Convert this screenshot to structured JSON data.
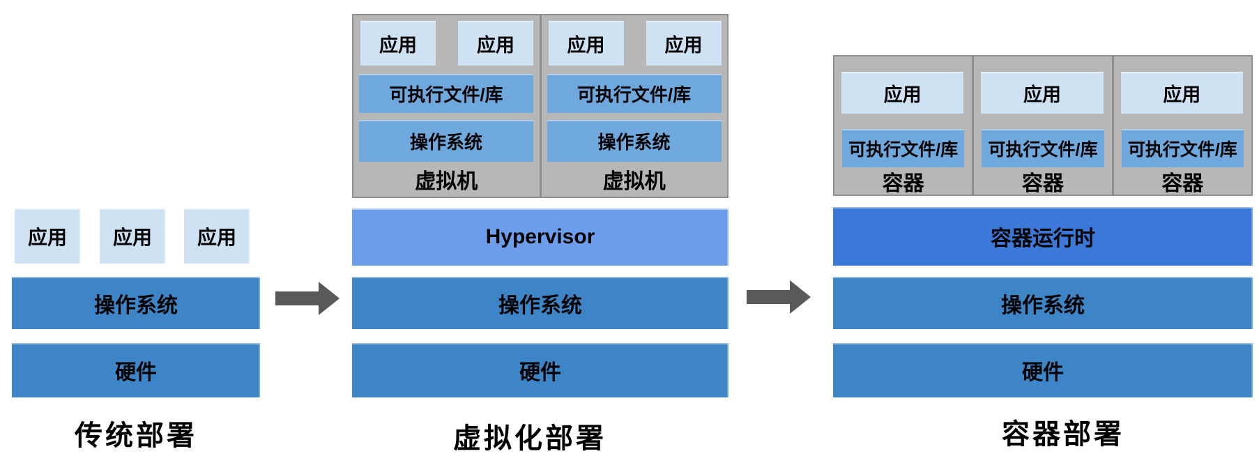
{
  "diagram": {
    "title_implied": "",
    "columns": [
      {
        "id": "traditional",
        "label": "传统部署",
        "apps": [
          "应用",
          "应用",
          "应用"
        ],
        "os_label": "操作系统",
        "hw_label": "硬件"
      },
      {
        "id": "virtualized",
        "label": "虚拟化部署",
        "hypervisor_label": "Hypervisor",
        "os_label": "操作系统",
        "hw_label": "硬件",
        "vms": [
          {
            "name": "虚拟机",
            "apps": [
              "应用",
              "应用"
            ],
            "bin_label": "可执行文件/库",
            "os_label": "操作系统"
          },
          {
            "name": "虚拟机",
            "apps": [
              "应用",
              "应用"
            ],
            "bin_label": "可执行文件/库",
            "os_label": "操作系统"
          }
        ]
      },
      {
        "id": "container",
        "label": "容器部署",
        "runtime_label": "容器运行时",
        "os_label": "操作系统",
        "hw_label": "硬件",
        "containers": [
          {
            "name": "容器",
            "app": "应用",
            "bin_label": "可执行文件/库"
          },
          {
            "name": "容器",
            "app": "应用",
            "bin_label": "可执行文件/库"
          },
          {
            "name": "容器",
            "app": "应用",
            "bin_label": "可执行文件/库"
          }
        ]
      }
    ],
    "arrows": [
      "arrow-right-icon",
      "arrow-right-icon"
    ],
    "colors": {
      "app_light": "#cfe2f3",
      "vm_mid": "#6fa8dc",
      "deep_blue": "#3d85c6",
      "hypervisor_blue": "#6d9eeb",
      "runtime_blue": "#3c78d8",
      "panel_gray": "#b7b7b7",
      "panel_border": "#8f8f8f",
      "arrow_gray": "#595959",
      "text_black": "#000000"
    }
  }
}
